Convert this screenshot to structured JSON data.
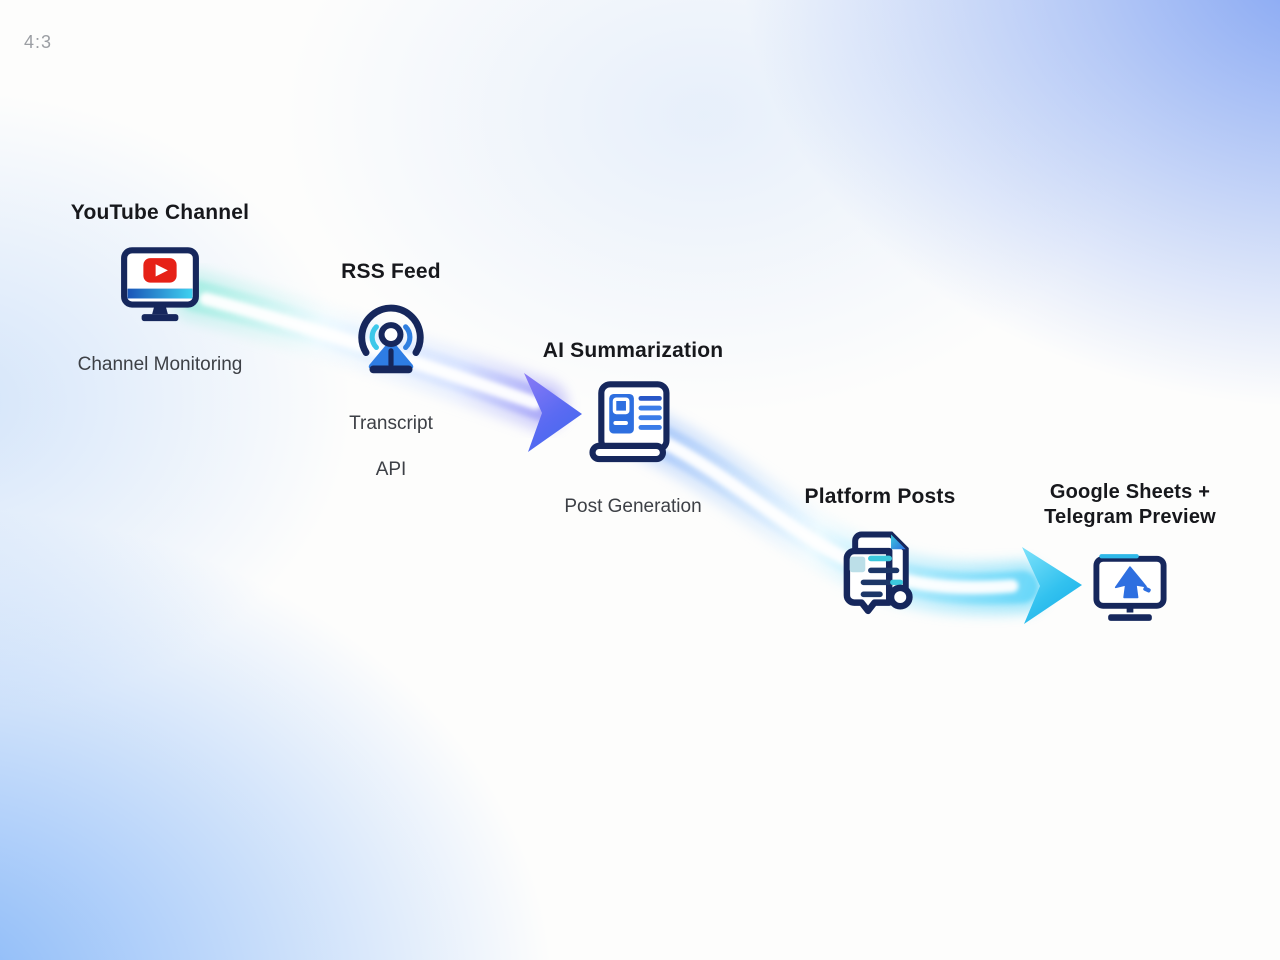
{
  "page": {
    "aspect_label": "4:3",
    "background_style": "white center with light blue corner glows"
  },
  "colors": {
    "icon_navy": "#16275c",
    "icon_blue": "#2e6fe0",
    "icon_cyan": "#35c3e8",
    "youtube_red": "#e62117",
    "arrow_purple": "#5b5ef0",
    "arrow_cyan": "#2bc0ee",
    "bg_blue_top_right": "#88aef3",
    "bg_blue_bottom_left": "#85bdf8",
    "title_text": "#17181c",
    "caption_text": "#3d4046",
    "aspect_label_gray": "#9b9ea3"
  },
  "nodes": [
    {
      "id": "youtube-channel",
      "title": "YouTube Channel",
      "caption": "Channel Monitoring",
      "icon": "youtube-monitor-icon"
    },
    {
      "id": "rss-feed",
      "title": "RSS Feed",
      "caption_lines": [
        "Transcript",
        "API"
      ],
      "icon": "rss-antenna-icon"
    },
    {
      "id": "ai-summarization",
      "title": "AI Summarization",
      "caption": "Post Generation",
      "icon": "document-book-icon"
    },
    {
      "id": "platform-posts",
      "title": "Platform Posts",
      "icon": "chat-post-icon"
    },
    {
      "id": "google-sheets-telegram",
      "title_lines": [
        "Google Sheets +",
        "Telegram Preview"
      ],
      "icon": "monitor-upload-icon"
    }
  ],
  "flow": {
    "stages_order": [
      "YouTube Channel",
      "RSS Feed",
      "AI Summarization",
      "Platform Posts",
      "Google Sheets + Telegram Preview"
    ],
    "arrows": [
      {
        "from": "youtube-channel",
        "via": "rss-feed",
        "to": "ai-summarization",
        "arrowhead_color": "#5b5ef0"
      },
      {
        "from": "ai-summarization",
        "via": "platform-posts",
        "to": "google-sheets-telegram",
        "arrowhead_color": "#2bc0ee"
      }
    ]
  }
}
